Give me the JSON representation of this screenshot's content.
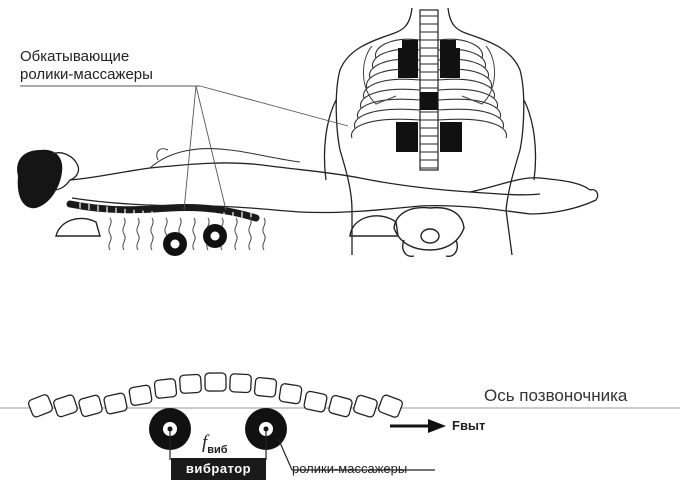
{
  "labels": {
    "rollers_top_line1": "Обкатывающие",
    "rollers_top_line2": "ролики-массажеры",
    "spine_axis": "Ось позвоночника",
    "force": "Fвыт",
    "f_vib_symbol": "f",
    "f_vib_sub": "виб",
    "vibrator": "вибратор",
    "rollers_bottom": "ролики-массажеры"
  }
}
